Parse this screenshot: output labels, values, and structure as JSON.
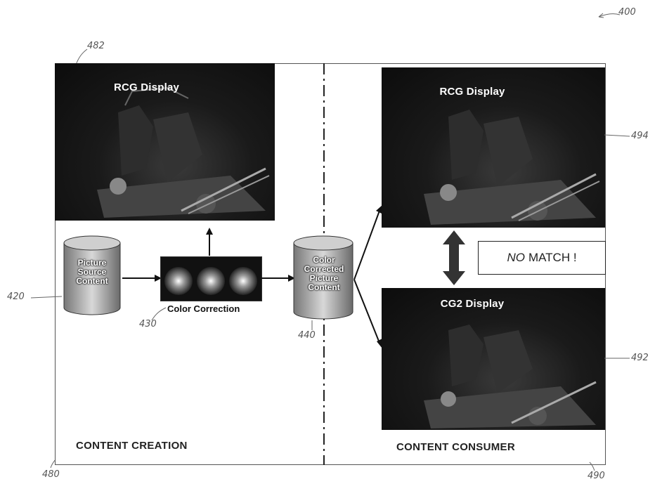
{
  "figure_ref": "400",
  "refs": {
    "frame_top": "482",
    "source": "420",
    "correction": "430",
    "corrected": "440",
    "left_section": "480",
    "right_section": "490",
    "display_top": "494",
    "display_bottom": "492"
  },
  "displays": {
    "creation": "RCG Display",
    "consumer_top": "RCG Display",
    "consumer_bottom": "CG2 Display"
  },
  "cylinders": {
    "source": [
      "Picture",
      "Source",
      "Content"
    ],
    "corrected": [
      "Color",
      "Corrected",
      "Picture",
      "Content"
    ]
  },
  "correction_label": "Color Correction",
  "mismatch": {
    "emphasis": "NO",
    "rest": "MATCH !"
  },
  "sections": {
    "left": "CONTENT CREATION",
    "right": "CONTENT CONSUMER"
  }
}
